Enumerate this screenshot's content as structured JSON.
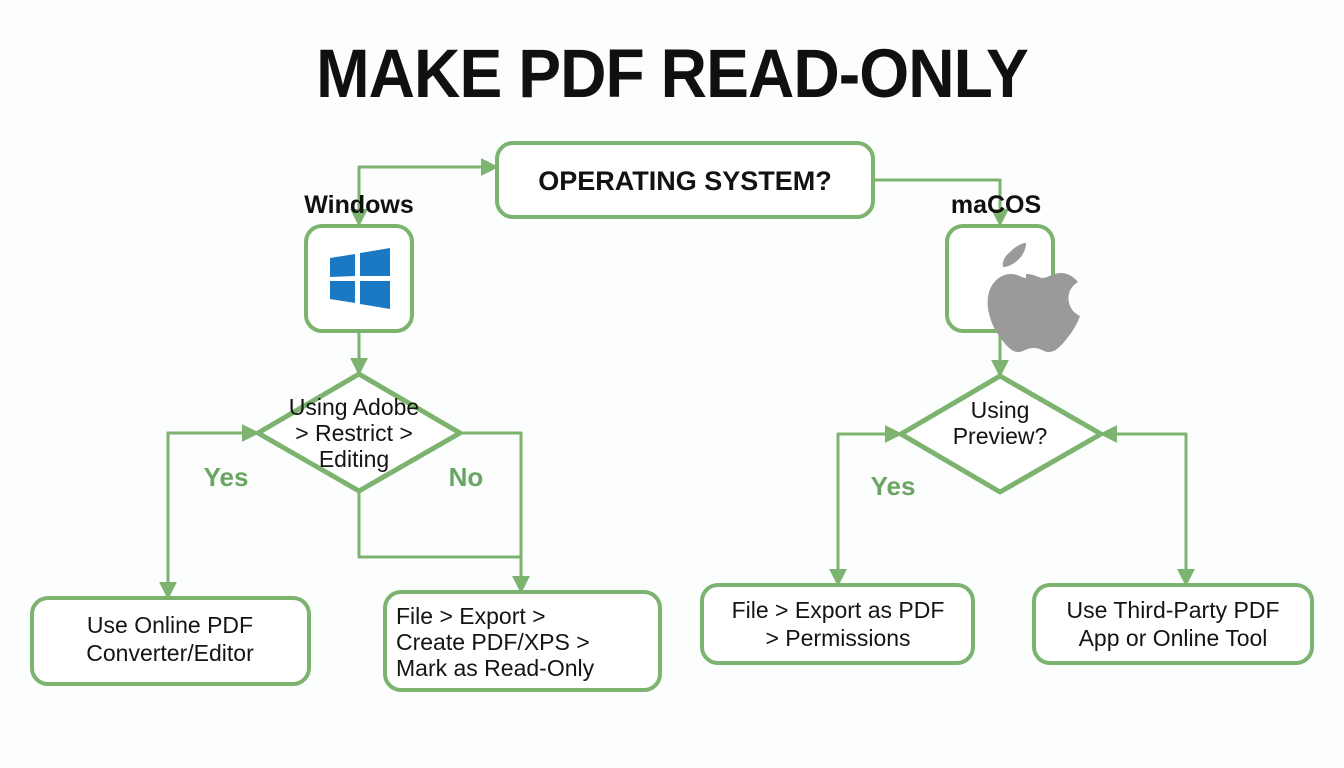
{
  "page": {
    "title": "MAKE PDF READ-ONLY",
    "background_color": "#fcfdfd",
    "accent_color": "#7cb36f",
    "text_color": "#141414",
    "windows_logo_color": "#1b79c4",
    "apple_logo_color": "#9a9a9a"
  },
  "chart_data": {
    "type": "diagram",
    "title": "MAKE PDF READ-ONLY",
    "diagram_kind": "flowchart",
    "orientation": "top-down",
    "nodes": [
      {
        "id": "os",
        "shape": "rounded-rect",
        "label": "OPERATING SYSTEM?",
        "style": "bold-uppercase"
      },
      {
        "id": "win_icon",
        "shape": "rounded-square",
        "label": "",
        "icon": "windows-logo-icon"
      },
      {
        "id": "mac_icon",
        "shape": "rounded-square",
        "label": "",
        "icon": "apple-logo-icon"
      },
      {
        "id": "adobe_decision",
        "shape": "diamond",
        "label": "Using Adobe > Restrict > Editing"
      },
      {
        "id": "preview_decision",
        "shape": "diamond",
        "label": "Using Preview?"
      },
      {
        "id": "online_converter",
        "shape": "rounded-rect",
        "label": "Use Online PDF Converter/Editor"
      },
      {
        "id": "xps_export",
        "shape": "rounded-rect",
        "label": "File > Export > Create PDF/XPS > Mark as Read-Only"
      },
      {
        "id": "mac_export",
        "shape": "rounded-rect",
        "label": "File > Export as PDF > Permissions"
      },
      {
        "id": "third_party",
        "shape": "rounded-rect",
        "label": "Use Third-Party PDF App or Online Tool"
      }
    ],
    "edges": [
      {
        "from": "os",
        "to": "win_icon",
        "label": "Windows"
      },
      {
        "from": "os",
        "to": "mac_icon",
        "label": "maCOS"
      },
      {
        "from": "win_icon",
        "to": "adobe_decision",
        "label": ""
      },
      {
        "from": "mac_icon",
        "to": "preview_decision",
        "label": ""
      },
      {
        "from": "adobe_decision",
        "to": "online_converter",
        "label": "Yes"
      },
      {
        "from": "adobe_decision",
        "to": "xps_export",
        "label": "No"
      },
      {
        "from": "preview_decision",
        "to": "mac_export",
        "label": "Yes"
      },
      {
        "from": "preview_decision",
        "to": "third_party",
        "label": ""
      }
    ]
  },
  "nodes": {
    "os_question": {
      "label": "OPERATING SYSTEM?"
    },
    "windows_branch": {
      "label": "Windows"
    },
    "macos_branch": {
      "label": "maCOS"
    },
    "windows_icon": {
      "name": "windows-logo-icon"
    },
    "apple_icon": {
      "name": "apple-logo-icon"
    },
    "adobe_decision": {
      "line1": "Using Adobe",
      "line2": "> Restrict >",
      "line3": "Editing"
    },
    "preview_decision": {
      "line1": "Using",
      "line2": "Preview?"
    },
    "online_converter": {
      "line1": "Use Online PDF",
      "line2": "Converter/Editor"
    },
    "xps_export": {
      "line1": "File > Export >",
      "line2": "Create PDF/XPS >",
      "line3": "Mark as Read-Only"
    },
    "mac_export": {
      "line1": "File > Export as PDF",
      "line2": "> Permissions"
    },
    "third_party": {
      "line1": "Use Third-Party PDF",
      "line2": "App or Online Tool"
    }
  },
  "edge_labels": {
    "adobe_yes": "Yes",
    "adobe_no": "No",
    "preview_yes": "Yes"
  }
}
